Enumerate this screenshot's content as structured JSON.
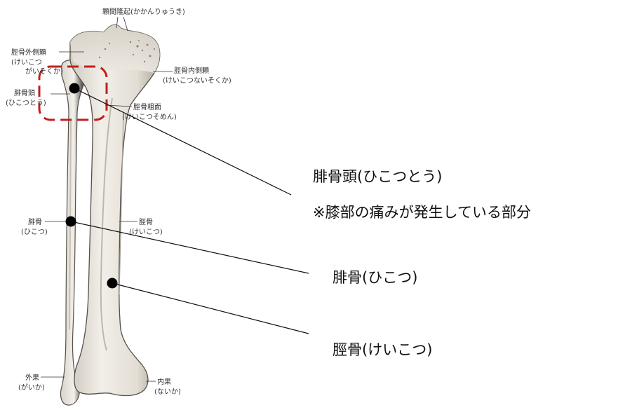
{
  "anatomy_labels": {
    "intercondylar_eminence": "顆間隆起(かかんりゅうき)",
    "lateral_condyle": "脛骨外側顆",
    "lateral_condyle_reading_1": "(けいこつ",
    "lateral_condyle_reading_2": "がいそくか)",
    "medial_condyle": "脛骨内側顆",
    "medial_condyle_reading": "(けいこつないそくか)",
    "fibula_head": "腓骨頭",
    "fibula_head_reading": "(ひこつとう)",
    "tibial_tuberosity": "脛骨粗面",
    "tibial_tuberosity_reading": "(けいこつそめん)",
    "fibula": "腓骨",
    "fibula_reading": "(ひこつ)",
    "tibia": "脛骨",
    "tibia_reading": "(けいこつ)",
    "medial_malleolus": "内果",
    "medial_malleolus_reading": "(ないか)",
    "lateral_malleolus": "外果",
    "lateral_malleolus_reading": "(がいか)"
  },
  "callouts": {
    "fibula_head": "腓骨頭(ひこつとう)",
    "fibula_head_note": "※膝部の痛みが発生している部分",
    "fibula": "腓骨(ひこつ)",
    "tibia": "脛骨(けいこつ)"
  },
  "colors": {
    "highlight_box": "#c0201c",
    "marker": "#000000",
    "bone_fill": "#ebe7df",
    "bone_shade": "#b9b3a8",
    "bone_outline": "#555049"
  }
}
